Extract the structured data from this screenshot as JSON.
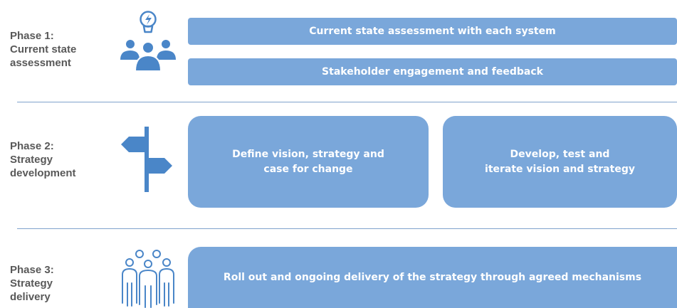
{
  "phases": [
    {
      "label": "Phase 1:\nCurrent state\nassessment",
      "icon": "people-lightbulb-icon",
      "items": [
        "Current state assessment with each system",
        "Stakeholder engagement and feedback"
      ]
    },
    {
      "label": "Phase 2:\nStrategy\ndevelopment",
      "icon": "signpost-icon",
      "items": [
        "Define vision, strategy and\ncase for change",
        "Develop, test and\niterate vision and strategy"
      ]
    },
    {
      "label": "Phase 3:\nStrategy\ndelivery",
      "icon": "team-group-icon",
      "items": [
        "Roll out and ongoing delivery of the strategy through agreed mechanisms"
      ]
    }
  ],
  "colors": {
    "box_fill": "#7aa7da",
    "icon_blue": "#4a86c8",
    "label_gray": "#595959",
    "divider": "#7fa2cc"
  }
}
